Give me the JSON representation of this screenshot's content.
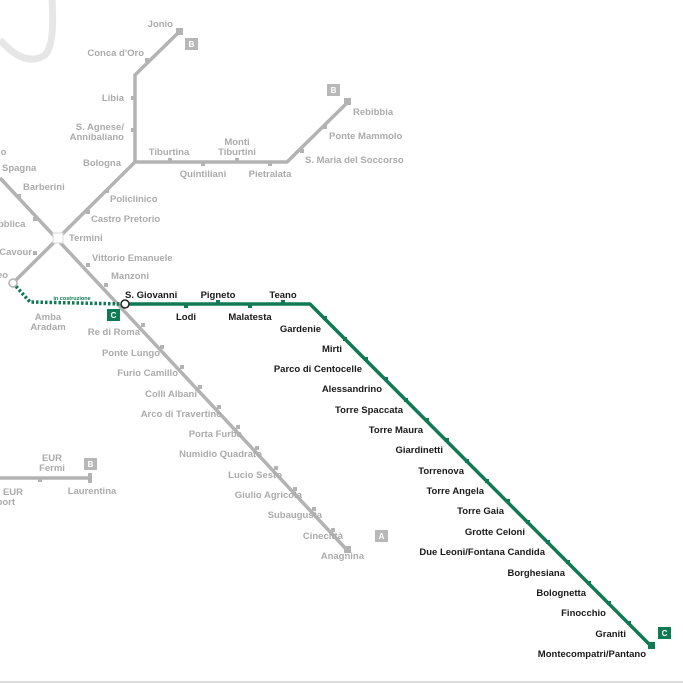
{
  "colors": {
    "line_c": "#0f7a53",
    "other_lines": "#b3b3b3",
    "other_labels": "#ababab",
    "river": "#e6e6e6"
  },
  "badges": {
    "line_a": "A",
    "line_b": "B",
    "line_c": "C"
  },
  "construction_label": "in costruzione",
  "line_b": {
    "north_branch": [
      "Jonio",
      "Conca d'Oro",
      "Libia",
      "S. Agnese/",
      "Annibaliano",
      "Bologna"
    ],
    "east_branch": [
      "Tiburtina",
      "Quintiliani",
      "Monti",
      "Tiburtini",
      "Pietralata",
      "S. Maria del Soccorso",
      "Ponte Mammolo",
      "Rebibbia"
    ],
    "central": [
      "Policlinico",
      "Castro Pretorio",
      "Termini",
      "Cavour"
    ],
    "south": [
      "EUR",
      "Fermi",
      "EUR",
      "alasport",
      "Laurentina"
    ]
  },
  "line_a": {
    "partial_left": [
      "io",
      "Spagna",
      "bblica",
      "eo"
    ],
    "stations": [
      "Barberini",
      "Vittorio Emanuele",
      "Manzoni",
      "Re di Roma",
      "Ponte Lungo",
      "Furio Camillo",
      "Colli Albani",
      "Arco di Travertino",
      "Porta Furba",
      "Numidio Quadrato",
      "Lucio Sesto",
      "Giulio Agricola",
      "Subaugusta",
      "Cinecittà",
      "Anagnina"
    ]
  },
  "line_c": {
    "construction": [
      "Amba",
      "Aradam"
    ],
    "horizontal": [
      "S. Giovanni",
      "Lodi",
      "Pigneto",
      "Malatesta",
      "Teano"
    ],
    "diagonal": [
      "Gardenie",
      "Mirti",
      "Parco di Centocelle",
      "Alessandrino",
      "Torre Spaccata",
      "Torre Maura",
      "Giardinetti",
      "Torrenova",
      "Torre Angela",
      "Torre Gaia",
      "Grotte Celoni",
      "Due Leoni/Fontana Candida",
      "Borghesiana",
      "Bolognetta",
      "Finocchio",
      "Graniti",
      "Montecompatri/Pantano"
    ]
  }
}
